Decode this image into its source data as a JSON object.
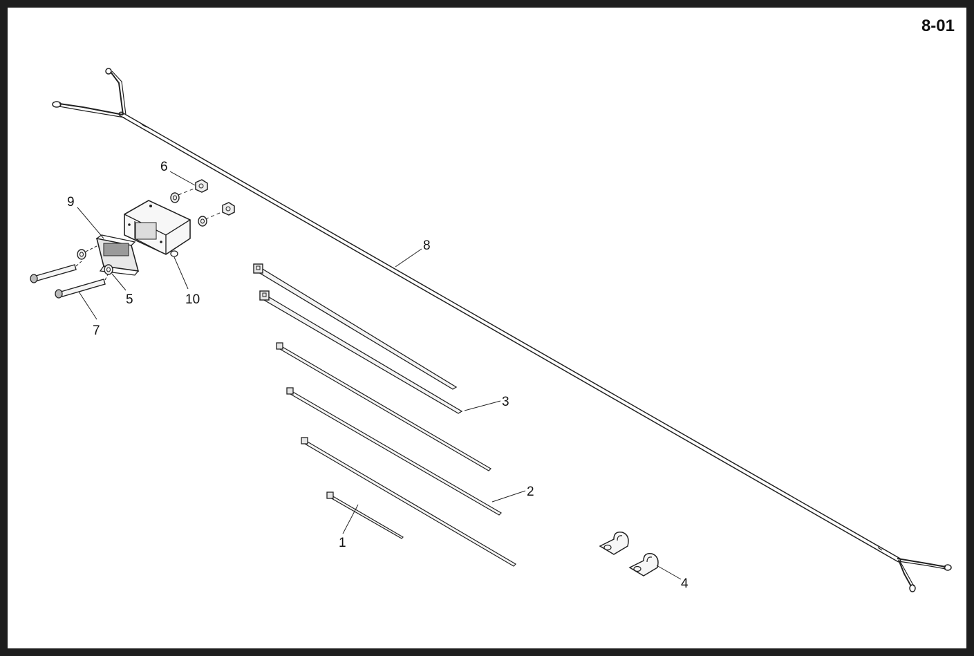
{
  "page_code": "8-01",
  "callouts": {
    "c1": "1",
    "c2": "2",
    "c3": "3",
    "c4": "4",
    "c5": "5",
    "c6": "6",
    "c7": "7",
    "c8": "8",
    "c9": "9",
    "c10": "10"
  },
  "colors": {
    "frame": "#1e1e1e",
    "line": "#222222",
    "part_fill": "#f2f2f2"
  }
}
